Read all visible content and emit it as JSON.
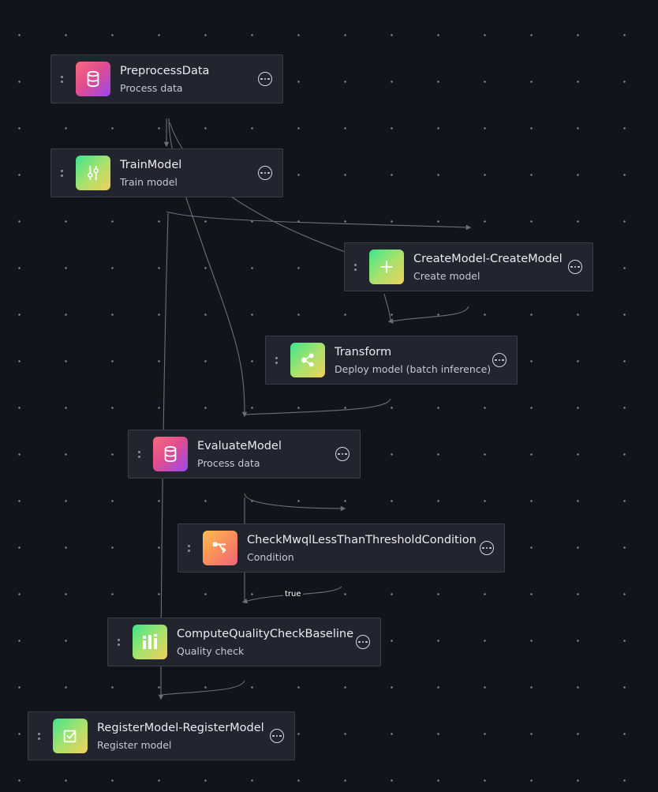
{
  "pipeline": {
    "nodes": [
      {
        "title": "PreprocessData",
        "subtitle": "Process data",
        "icon": "database-icon"
      },
      {
        "title": "TrainModel",
        "subtitle": "Train model",
        "icon": "sliders-icon"
      },
      {
        "title": "CreateModel-CreateModel",
        "subtitle": "Create model",
        "icon": "plus-icon"
      },
      {
        "title": "Transform",
        "subtitle": "Deploy model (batch inference)",
        "icon": "share-icon"
      },
      {
        "title": "EvaluateModel",
        "subtitle": "Process data",
        "icon": "database-icon"
      },
      {
        "title": "CheckMwqlLessThanThresholdCondition",
        "subtitle": "Condition",
        "icon": "branch-icon"
      },
      {
        "title": "ComputeQualityCheckBaseline",
        "subtitle": "Quality check",
        "icon": "bar-chart-icon"
      },
      {
        "title": "RegisterModel-RegisterModel",
        "subtitle": "Register model",
        "icon": "checkbox-icon"
      }
    ],
    "edge_label": "true"
  },
  "colors": {
    "background": "#131419",
    "node_bg": "#22252e",
    "node_border": "#3a3e49",
    "edge": "#6b6f7a"
  }
}
